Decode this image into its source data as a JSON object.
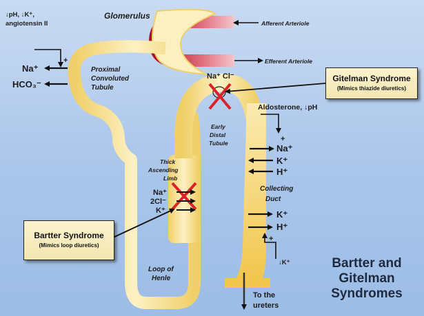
{
  "labels": {
    "glomerulus": "Glomerulus",
    "afferent": "Afferent Arteriole",
    "efferent": "Efferent Arteriole",
    "stimuli_top_1": "↓pH, ↓K⁺,",
    "stimuli_top_2": "angiotensin II",
    "na_left": "Na⁺",
    "hco3_left": "HCO₃⁻",
    "pct_1": "Proximal",
    "pct_2": "Convoluted",
    "pct_3": "Tubule",
    "na_cl_top": "Na⁺ Cl⁻",
    "aldosterone": "Aldosterone, ↓pH",
    "edt_1": "Early",
    "edt_2": "Distal",
    "edt_3": "Tubule",
    "na_right": "Na⁺",
    "k_right": "K⁺",
    "h_right": "H⁺",
    "tal_1": "Thick",
    "tal_2": "Ascending",
    "tal_3": "Limb",
    "tal_na": "Na⁺",
    "tal_2cl": "2Cl⁻",
    "tal_k": "K⁺",
    "cd_1": "Collecting",
    "cd_2": "Duct",
    "k_cd": "K⁺",
    "h_cd": "H⁺",
    "k_low": "↓K⁺",
    "loop_1": "Loop of",
    "loop_2": "Henle",
    "ureters_1": "To the",
    "ureters_2": "ureters",
    "plus": "+"
  },
  "gitelman": {
    "title": "Gitelman Syndrome",
    "subtitle": "(Mimics thiazide diuretics)"
  },
  "bartter": {
    "title": "Bartter Syndrome",
    "subtitle": "(Mimics loop diuretics)"
  },
  "title": {
    "line1": "Bartter and",
    "line2": "Gitelman",
    "line3": "Syndromes"
  },
  "colors": {
    "tubule": "#f4d77a",
    "tubule_light": "#fcefc0",
    "arteriole": "#c8102e",
    "block_x": "#d8232a"
  }
}
